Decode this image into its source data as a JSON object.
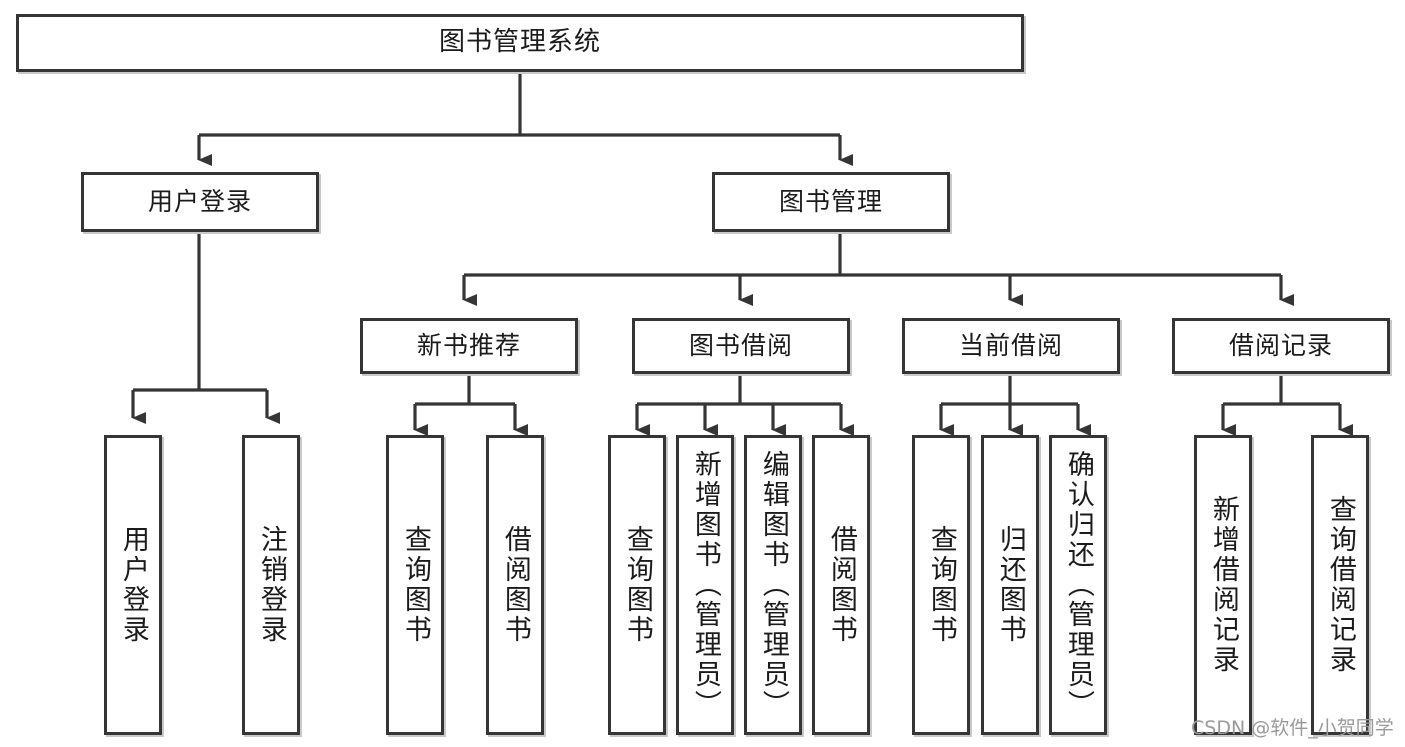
{
  "diagram": {
    "title": "图书管理系统",
    "type": "tree",
    "watermark": "CSDN @软件_小贺同学",
    "colors": {
      "border": "#353535",
      "shadow": "#c9c9c9",
      "background": "#ffffff",
      "text": "#1b1b1b",
      "watermark": "#9a9a9a"
    },
    "root": {
      "label": "图书管理系统"
    },
    "level2": [
      {
        "label": "用户登录"
      },
      {
        "label": "图书管理"
      }
    ],
    "level3": [
      {
        "label": "新书推荐"
      },
      {
        "label": "图书借阅"
      },
      {
        "label": "当前借阅"
      },
      {
        "label": "借阅记录"
      }
    ],
    "leaves": {
      "user_login": [
        {
          "label": "用户登录"
        },
        {
          "label": "注销登录"
        }
      ],
      "new_book_recommend": [
        {
          "label": "查询图书"
        },
        {
          "label": "借阅图书"
        }
      ],
      "book_borrow": [
        {
          "label": "查询图书"
        },
        {
          "label": "新增图书（管理员）"
        },
        {
          "label": "编辑图书（管理员）"
        },
        {
          "label": "借阅图书"
        }
      ],
      "current_borrow": [
        {
          "label": "查询图书"
        },
        {
          "label": "归还图书"
        },
        {
          "label": "确认归还（管理员）"
        }
      ],
      "borrow_record": [
        {
          "label": "新增借阅记录"
        },
        {
          "label": "查询借阅记录"
        }
      ]
    }
  }
}
